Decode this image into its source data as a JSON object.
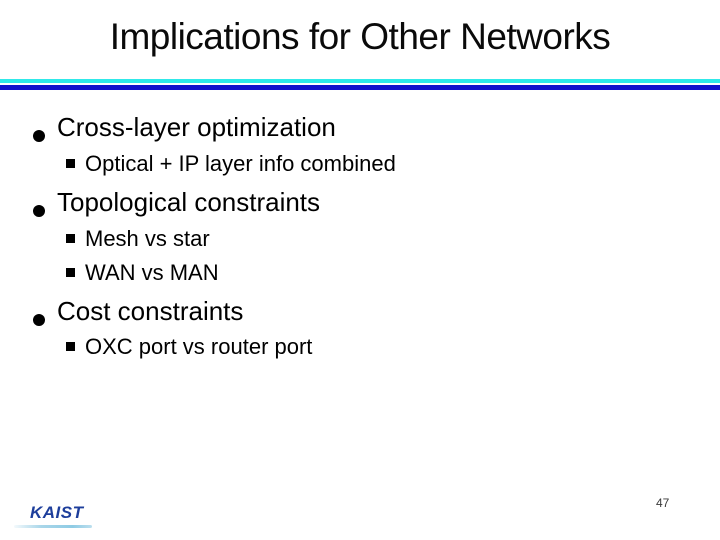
{
  "slide": {
    "title": "Implications for Other Networks",
    "bullets": [
      {
        "label": "Cross-layer optimization",
        "subitems": [
          "Optical + IP layer info combined"
        ]
      },
      {
        "label": "Topological constraints",
        "subitems": [
          "Mesh vs star",
          "WAN vs MAN"
        ]
      },
      {
        "label": "Cost constraints",
        "subitems": [
          "OXC port vs router port"
        ]
      }
    ],
    "footer": {
      "logo_text": "KAIST",
      "page_number": "47"
    },
    "colors": {
      "rule_cyan": "#2FE9E9",
      "rule_blue": "#1111CC",
      "text": "#000000",
      "logo_navy": "#1D3E9B",
      "logo_swoosh": "#8ECBE4",
      "page_number_gray": "#3A3A3A"
    }
  }
}
